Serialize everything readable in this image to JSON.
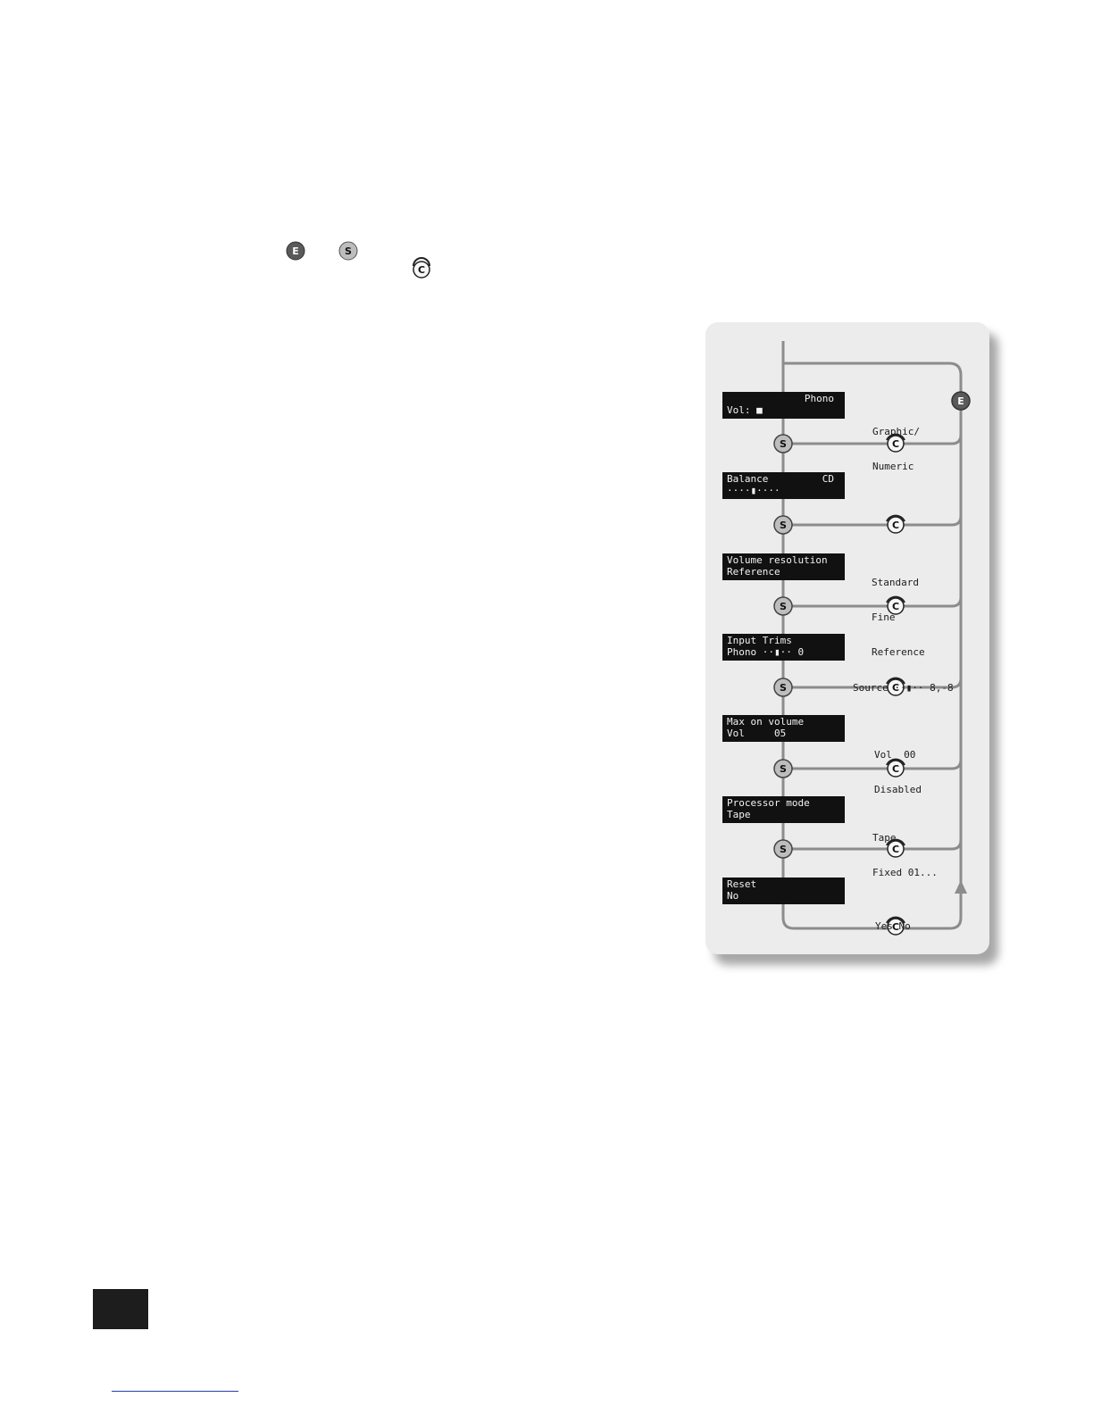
{
  "buttons": {
    "e_label": "E",
    "s_label": "S",
    "c_label": "C"
  },
  "colors": {
    "line": "#8c8c8c",
    "lcd_bg": "#111111",
    "lcd_text": "#f2f2f2",
    "panel": "#ececec",
    "page_tab": "#1d1d1d",
    "link": "#2a3fa8"
  },
  "menu": [
    {
      "line1": "",
      "line1_right": "Phono",
      "line2": "Vol: ■",
      "options": [
        "Graphic/",
        "Numeric"
      ]
    },
    {
      "line1": "Balance",
      "line1_right": "CD",
      "line2": "····▮····",
      "options": []
    },
    {
      "line1": "Volume resolution",
      "line1_right": "",
      "line2": "Reference",
      "options": [
        "Standard",
        "Fine",
        "Reference"
      ]
    },
    {
      "line1": "Input Trims",
      "line1_right": "",
      "line2": "Phono ··▮·· 0",
      "options": [
        "Source ··▮·· 8,-8"
      ]
    },
    {
      "line1": "Max on volume",
      "line1_right": "",
      "line2": "Vol     05",
      "options": [
        "Vol  00",
        "Disabled"
      ]
    },
    {
      "line1": "Processor mode",
      "line1_right": "",
      "line2": "Tape",
      "options": [
        "Tape",
        "Fixed 01..."
      ]
    },
    {
      "line1": "Reset",
      "line1_right": "",
      "line2": "No",
      "options": [
        "Yes No"
      ]
    }
  ]
}
